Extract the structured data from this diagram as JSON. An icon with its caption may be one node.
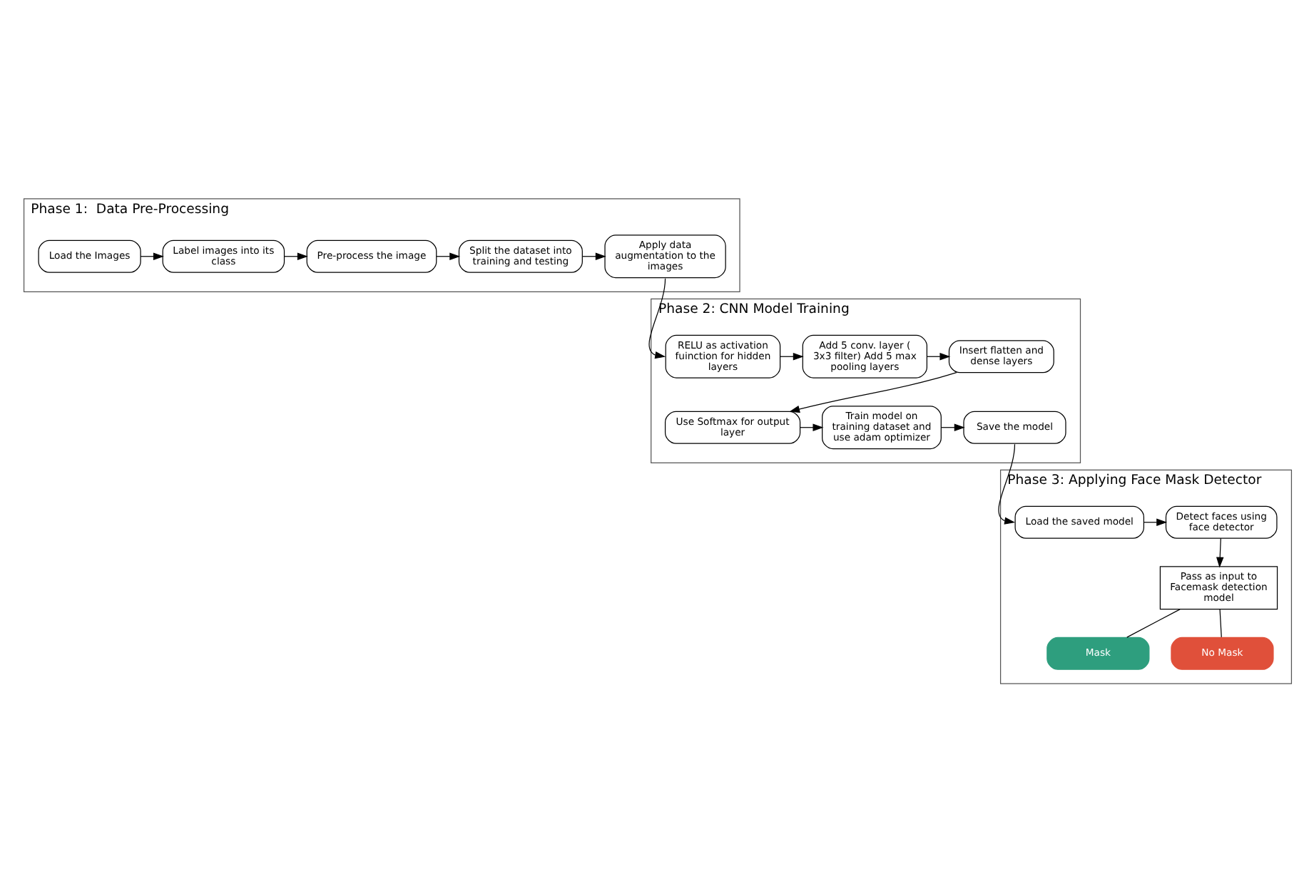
{
  "diagram": {
    "nodes": [
      {
        "text": [
          "Phase 1:  Data Pre-Processing"
        ]
      },
      {
        "text": [
          "Load the Images"
        ],
        "in": 0
      },
      {
        "text": [
          "Label images into its class"
        ],
        "in": 0
      },
      {
        "text": [
          "Pre-process the image"
        ],
        "in": 0
      },
      {
        "text": [
          "Split the dataset into training and testing"
        ],
        "in": 0
      },
      {
        "text": [
          "Apply data augmentation to the images"
        ],
        "in": 0
      },
      {
        "text": [
          "Phase 2: CNN Model Training"
        ]
      },
      {
        "text": [
          "RELU as activation fuinction for hidden layers"
        ],
        "in": 6
      },
      {
        "text": [
          "Add 5 conv. layer ( 3x3 filter) Add 5 max pooling layers"
        ],
        "in": 6
      },
      {
        "text": [
          "Insert flatten and dense layers"
        ],
        "in": 6
      },
      {
        "text": [
          "Save the model"
        ],
        "in": 6
      },
      {
        "text": [
          "Train model on training dataset and use adam optimizer"
        ],
        "in": 6
      },
      {
        "text": [
          "Use Softmax for output layer"
        ],
        "in": 6
      },
      {
        "text": [
          "Phase 3: Applying Face Mask Detector"
        ]
      },
      {
        "text": [
          "Load the saved model"
        ],
        "in": 13
      },
      {
        "text": [
          "Detect faces using face detector"
        ],
        "in": 13
      },
      {
        "text": [
          "Pass as input to Facemask detection model"
        ],
        "in": 13
      },
      {
        "text": [
          "Mask"
        ],
        "in": 13
      },
      {
        "text": [
          "No Mask"
        ],
        "in": 13
      }
    ],
    "edges": [
      {
        "from": 1,
        "to": 2,
        "arrow": "to"
      },
      {
        "from": 2,
        "to": 3,
        "arrow": "to"
      },
      {
        "from": 3,
        "to": 4,
        "arrow": "to"
      },
      {
        "from": 4,
        "to": 5,
        "arrow": "to"
      },
      {
        "from": 5,
        "to": 7,
        "arrow": "to"
      },
      {
        "from": 7,
        "to": 8,
        "arrow": "to"
      },
      {
        "from": 8,
        "to": 9,
        "arrow": "to"
      },
      {
        "from": 9,
        "to": 12,
        "arrow": "to"
      },
      {
        "from": 12,
        "to": 11,
        "arrow": "to"
      },
      {
        "from": 11,
        "to": 10,
        "arrow": "to"
      },
      {
        "from": 10,
        "to": 14,
        "arrow": "to"
      },
      {
        "from": 14,
        "to": 15,
        "arrow": "to"
      },
      {
        "from": 15,
        "to": 16,
        "arrow": "to"
      },
      {
        "from": 16,
        "to": 17,
        "arrow": "none"
      },
      {
        "from": 16,
        "to": 18,
        "arrow": "none"
      }
    ]
  }
}
